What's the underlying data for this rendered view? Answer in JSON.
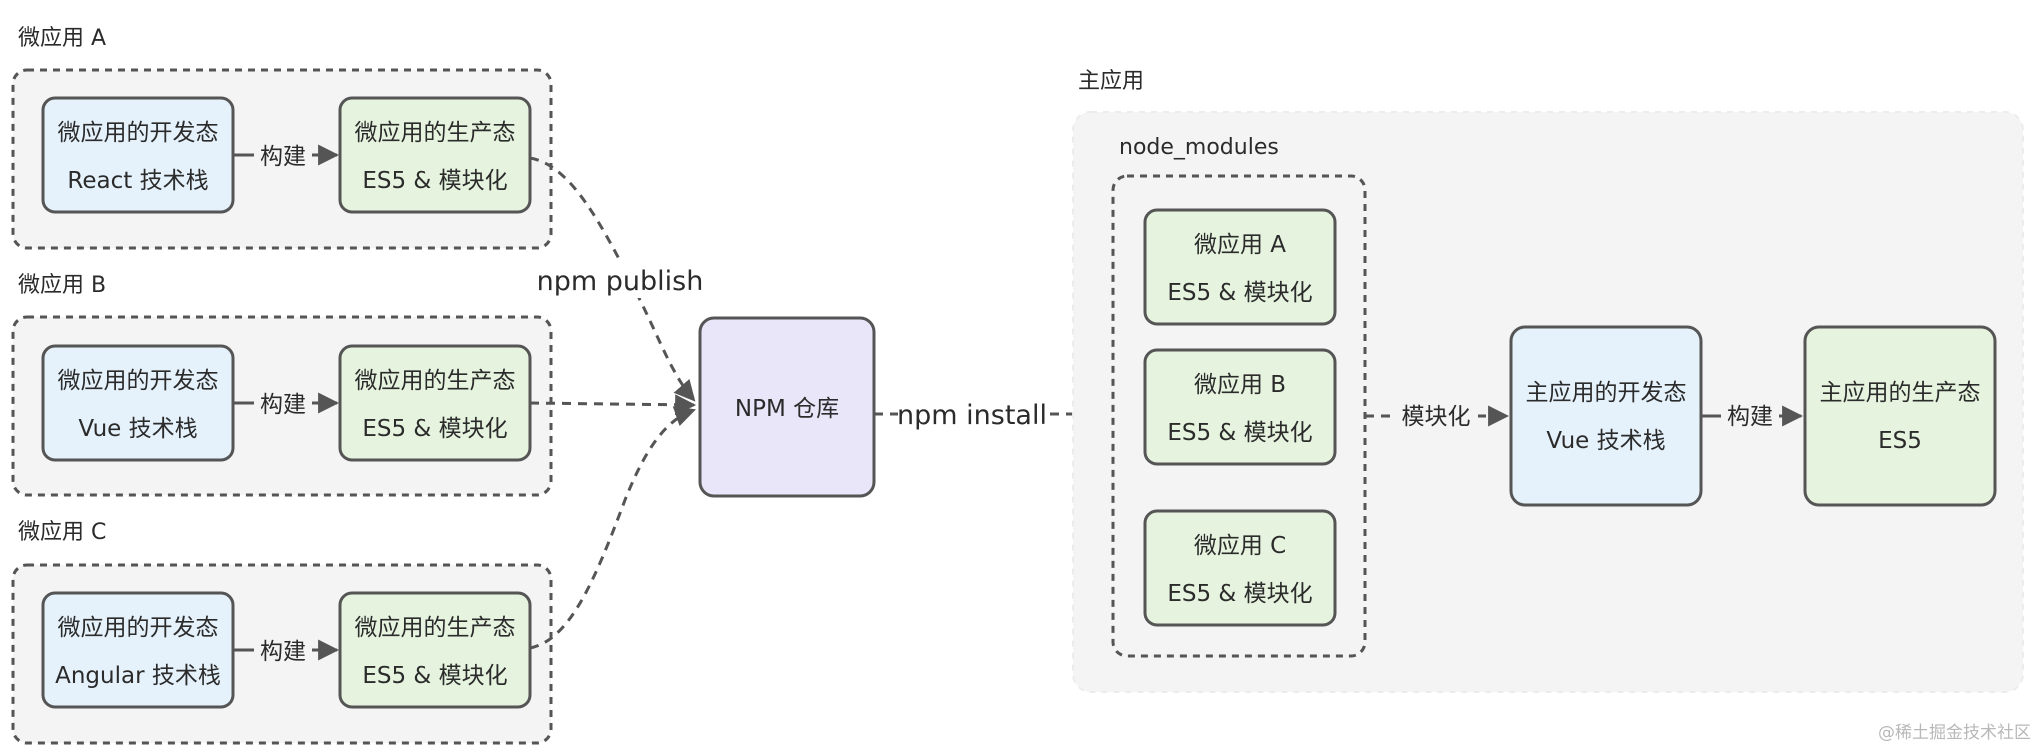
{
  "colors": {
    "dev_box_fill": "#e5f2fb",
    "prod_box_fill": "#e6f4df",
    "npm_box_fill": "#e8e6f8",
    "group_fill": "#f4f4f4",
    "stroke": "#555555"
  },
  "micro_apps": [
    {
      "title": "微应用 A",
      "dev_line1": "微应用的开发态",
      "dev_line2": "React 技术栈",
      "build_label": "构建",
      "prod_line1": "微应用的生产态",
      "prod_line2": "ES5 & 模块化"
    },
    {
      "title": "微应用 B",
      "dev_line1": "微应用的开发态",
      "dev_line2": "Vue 技术栈",
      "build_label": "构建",
      "prod_line1": "微应用的生产态",
      "prod_line2": "ES5 & 模块化"
    },
    {
      "title": "微应用 C",
      "dev_line1": "微应用的开发态",
      "dev_line2": "Angular 技术栈",
      "build_label": "构建",
      "prod_line1": "微应用的生产态",
      "prod_line2": "ES5 & 模块化"
    }
  ],
  "npm_publish_label": "npm publish",
  "npm_repo_label": "NPM 仓库",
  "npm_install_label": "npm install",
  "main_app": {
    "title": "主应用",
    "node_modules_label": "node_modules",
    "modules": [
      {
        "line1": "微应用 A",
        "line2": "ES5 & 模块化"
      },
      {
        "line1": "微应用 B",
        "line2": "ES5 & 模块化"
      },
      {
        "line1": "微应用 C",
        "line2": "ES5 & 模块化"
      }
    ],
    "modularize_label": "模块化",
    "dev_line1": "主应用的开发态",
    "dev_line2": "Vue 技术栈",
    "build_label": "构建",
    "prod_line1": "主应用的生产态",
    "prod_line2": "ES5"
  },
  "watermark": "@稀土掘金技术社区"
}
